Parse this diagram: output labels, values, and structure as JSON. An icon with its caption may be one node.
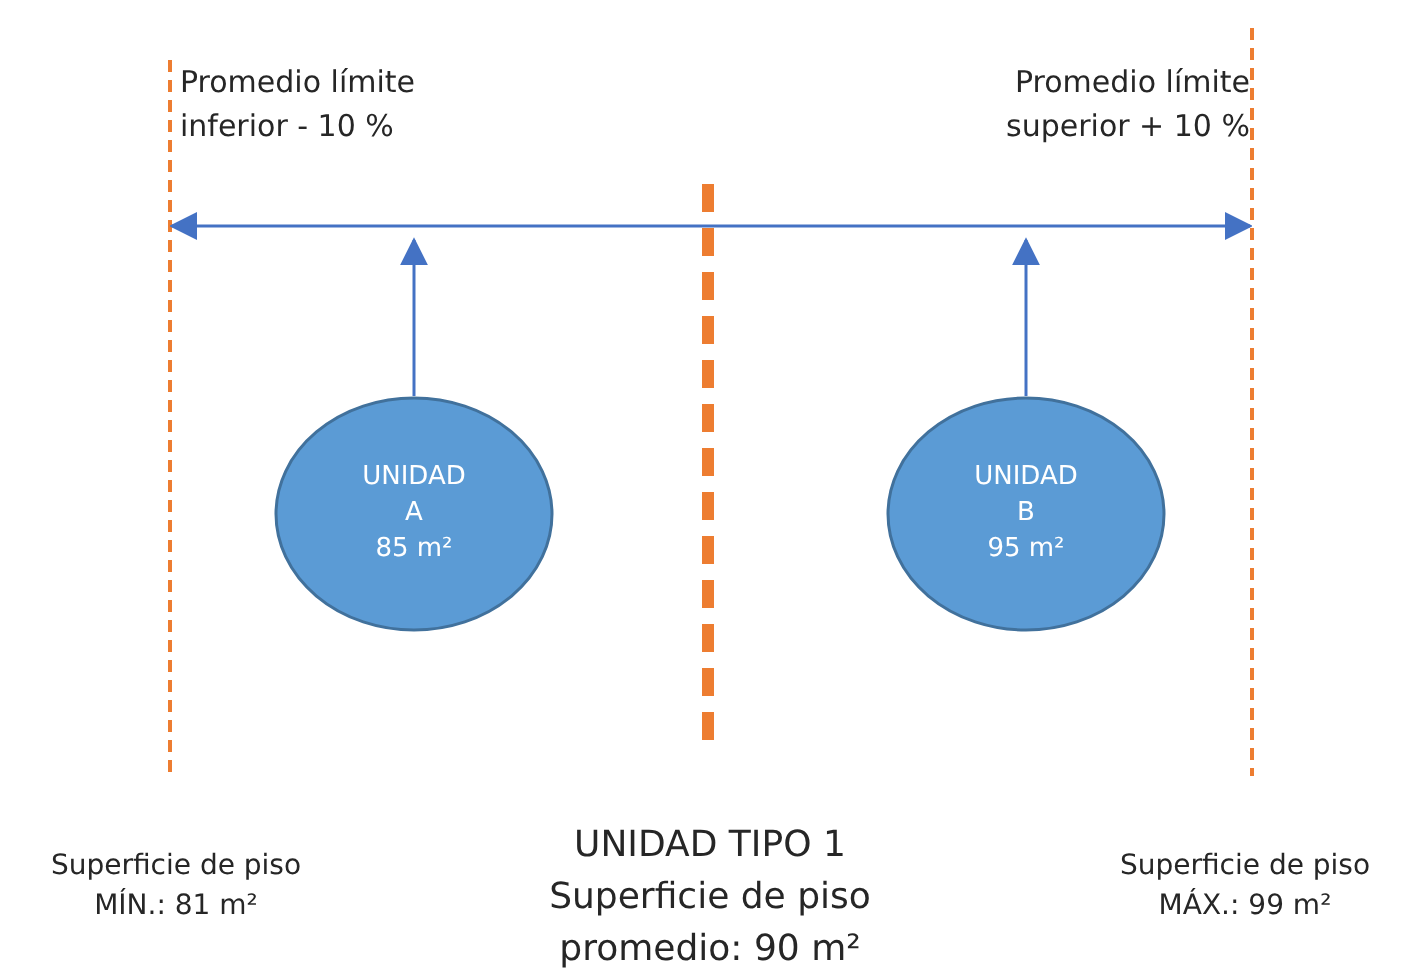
{
  "diagram": {
    "nodes": [
      {
        "text": [
          "UNIDAD A",
          "85 m²"
        ]
      },
      {
        "text": [
          "UNIDAD B",
          "95 m²"
        ]
      },
      {
        "text": [],
        "shape": "bar"
      }
    ],
    "edges": [
      {
        "from": 0,
        "to": 2,
        "arrow": "to"
      },
      {
        "from": 1,
        "to": 2,
        "arrow": "to"
      }
    ],
    "labels": [
      "Promedio límite inferior - 10 %",
      "Promedio límite superior + 10 %",
      "Superficie de piso MÍN.: 81 m²",
      "UNIDAD TIPO 1",
      "Superficie de piso promedio: 90 m²",
      "Superficie de piso MÁX.: 99 m²"
    ]
  }
}
